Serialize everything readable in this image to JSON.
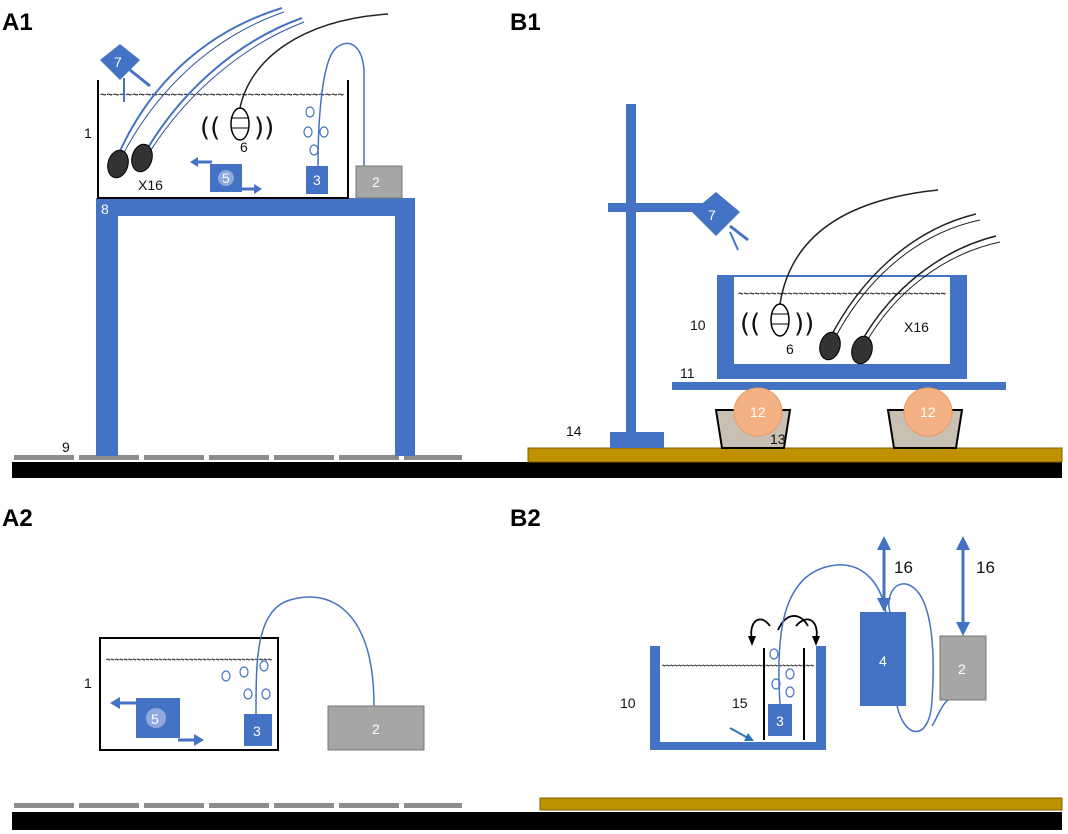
{
  "panels": {
    "a1": "A1",
    "b1": "B1",
    "a2": "A2",
    "b2": "B2"
  },
  "labels": {
    "n1": "1",
    "n2": "2",
    "n3": "3",
    "n4": "4",
    "n5": "5",
    "n6": "6",
    "n7": "7",
    "n8": "8",
    "n9": "9",
    "n10": "10",
    "n11": "11",
    "n12": "12",
    "n13": "13",
    "n14": "14",
    "n15": "15",
    "n16": "16",
    "x16": "X16"
  },
  "symbols": {
    "water_surface": "~~~~~~~~~~~~~~~~~~~~~~~~~~~~~~~~~~~~~~",
    "sound_left": "((",
    "sound_right": "))"
  },
  "colors": {
    "blue": "#4472c4",
    "gray_box": "#a6a6a6",
    "orange_ball": "#f4b183",
    "floor_yellow": "#bf9000",
    "floor_black": "#000000",
    "tile_gray": "#8c8c8c"
  }
}
